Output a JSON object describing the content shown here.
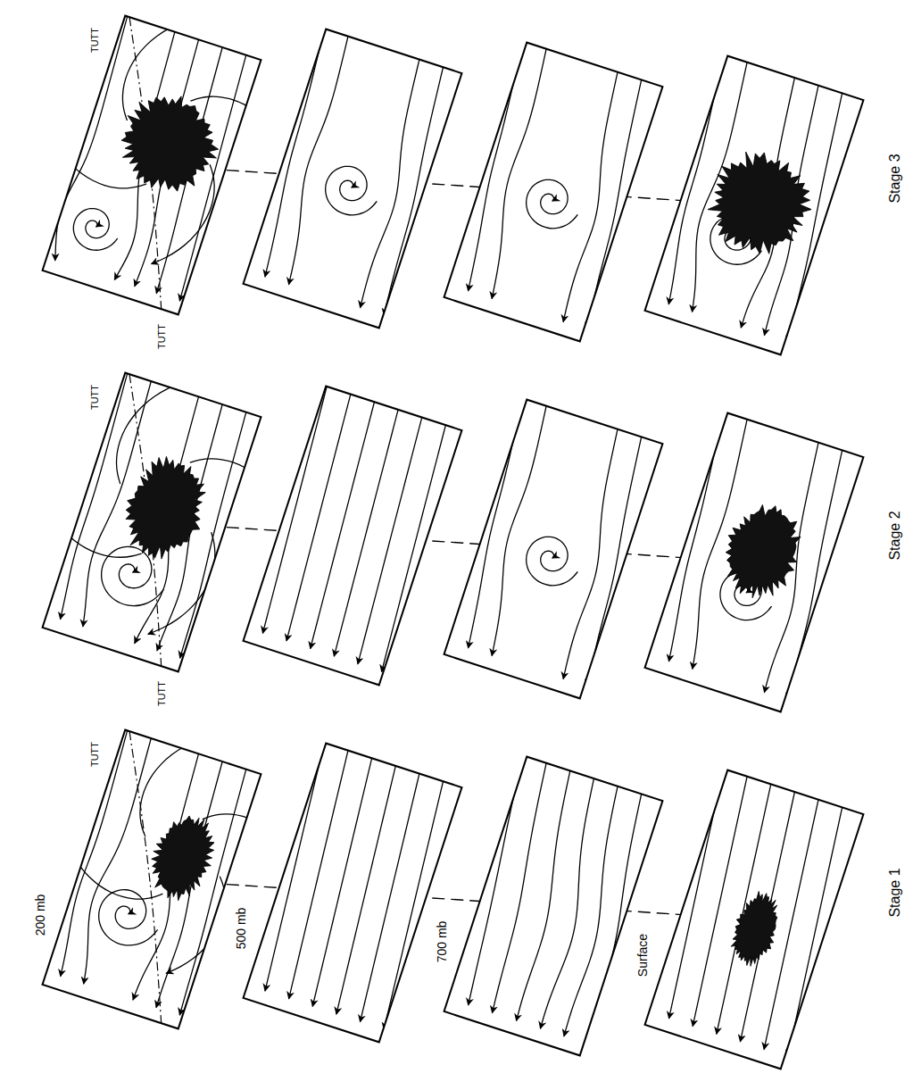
{
  "diagram": {
    "labels": [
      "TUTT",
      "TUTT",
      "Stage 3",
      "TUTT",
      "TUTT",
      "Stage 2",
      "TUTT",
      "Stage 1",
      "200 mb",
      "500 mb",
      "700 mb",
      "Surface"
    ]
  }
}
